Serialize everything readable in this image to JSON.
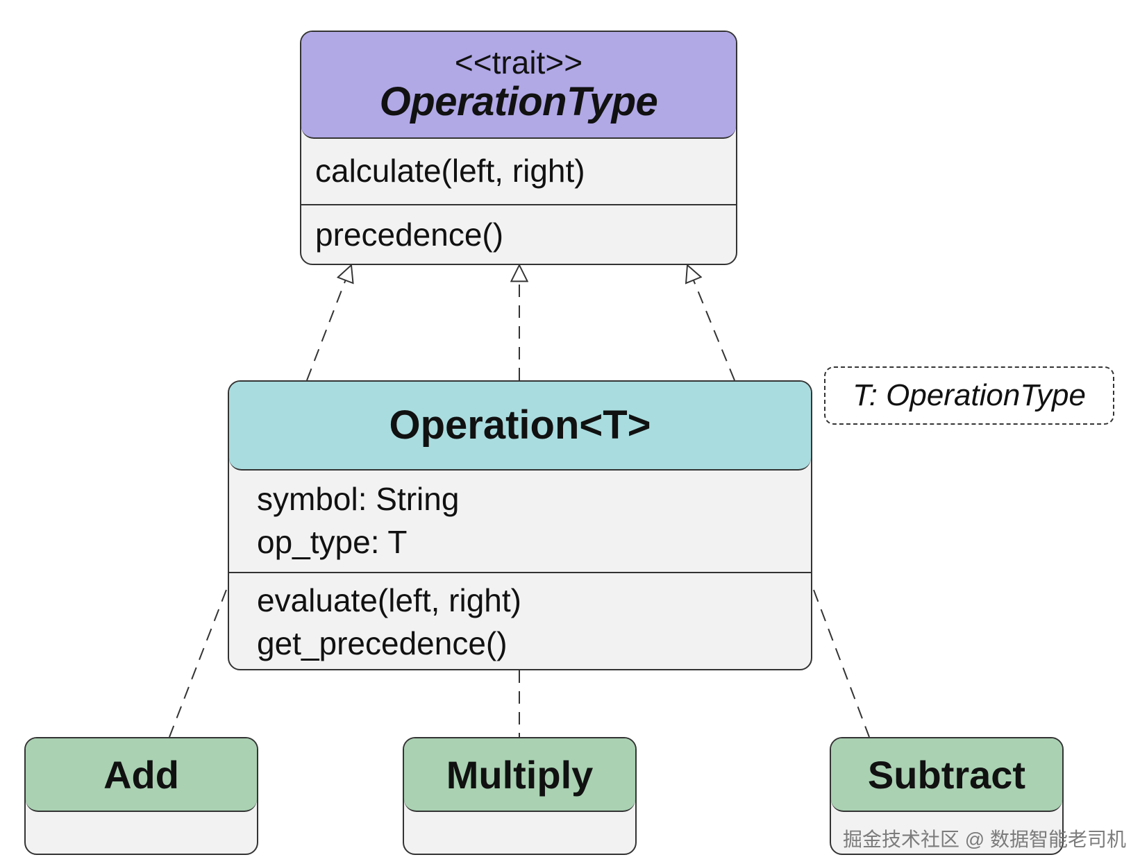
{
  "optype": {
    "stereotype": "<<trait>>",
    "name": "OperationType",
    "methods": [
      "calculate(left, right)",
      "precedence()"
    ]
  },
  "operation": {
    "name": "Operation<T>",
    "attributes": [
      "symbol: String",
      "op_type: T"
    ],
    "methods": [
      "evaluate(left, right)",
      "get_precedence()"
    ]
  },
  "note": {
    "text": "T: OperationType"
  },
  "subclasses": {
    "add": "Add",
    "multiply": "Multiply",
    "subtract": "Subtract"
  },
  "watermark": "掘金技术社区 @ 数据智能老司机",
  "colors": {
    "trait_header": "#b1a8e6",
    "operation_header": "#a9dcdf",
    "subclass_header": "#a9d1b2",
    "body": "#f2f2f2",
    "border": "#333333"
  }
}
